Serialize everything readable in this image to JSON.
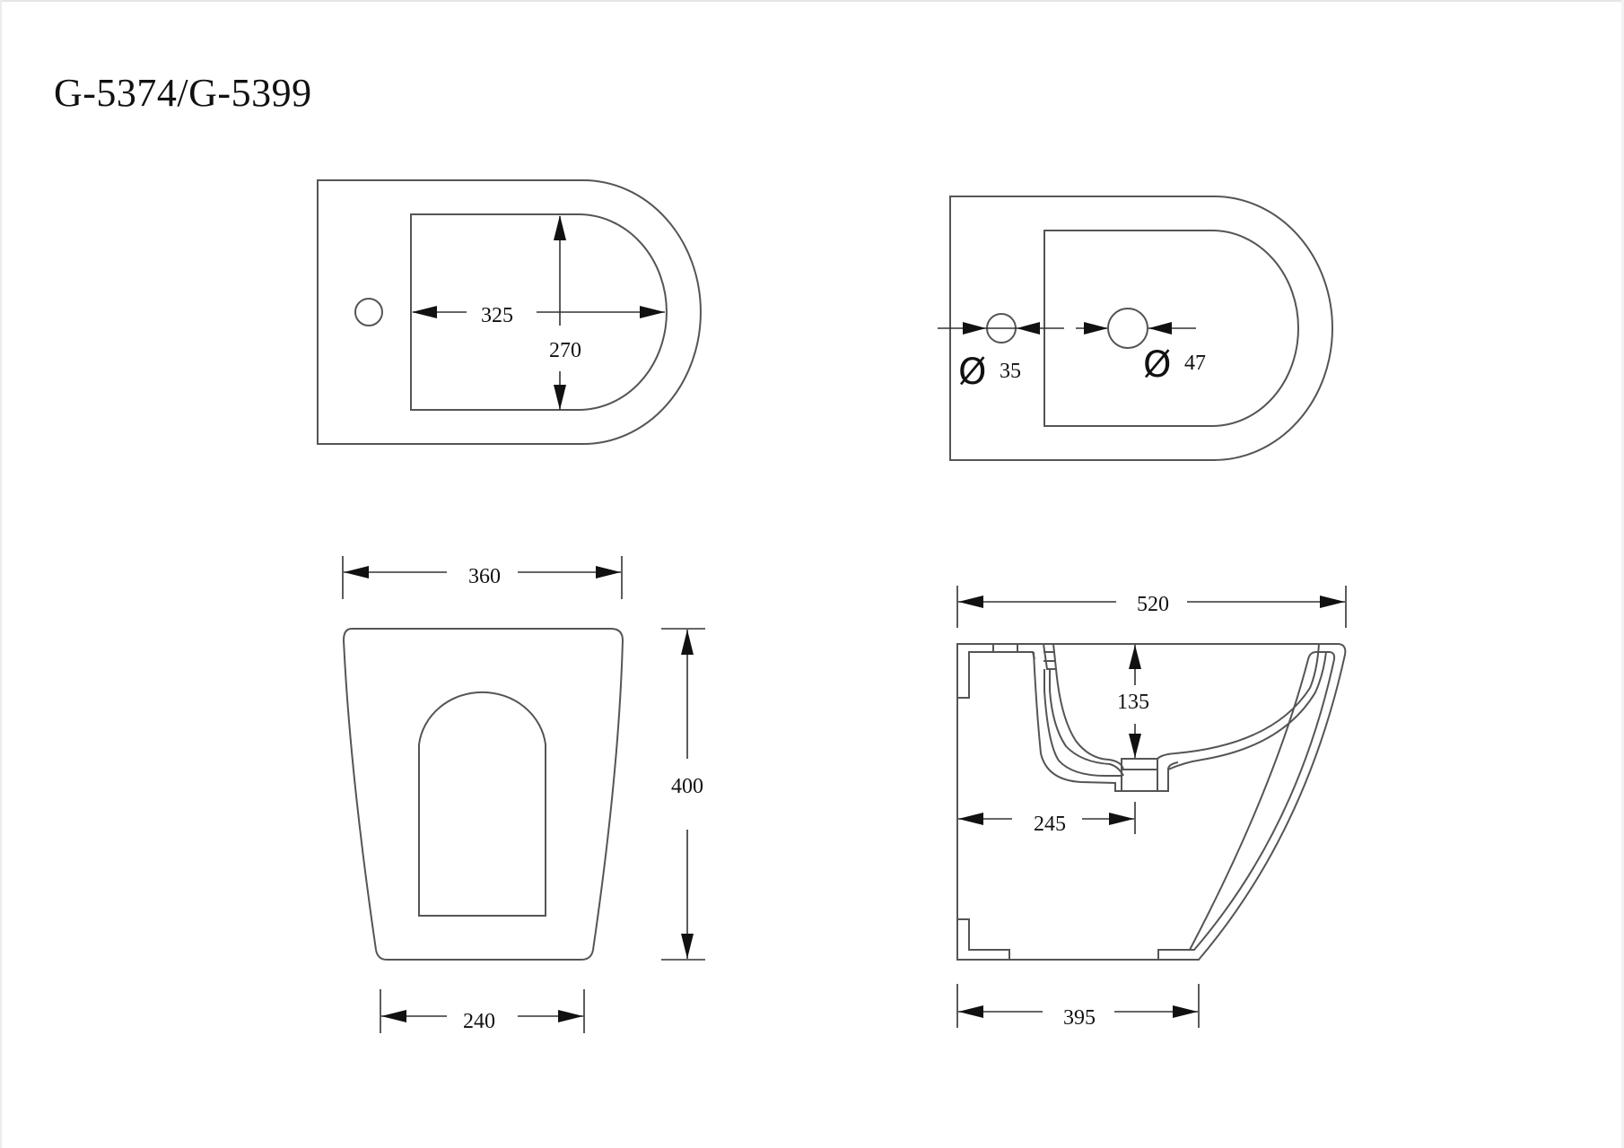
{
  "drawing": {
    "title": "G-5374/G-5399",
    "line_color": "#555555",
    "text_color": "#111111",
    "background": "#ffffff"
  },
  "views": {
    "top_view_left": {
      "dim_length": "325",
      "dim_width": "270"
    },
    "top_view_right": {
      "diameter_symbol": "Ø",
      "hole_small": "35",
      "hole_large": "47"
    },
    "front_view": {
      "dim_top_width": "360",
      "dim_bottom_width": "240",
      "dim_height": "400"
    },
    "side_view": {
      "dim_total_length": "520",
      "dim_bowl_depth": "135",
      "dim_outlet_distance": "245",
      "dim_base_length": "395"
    }
  }
}
